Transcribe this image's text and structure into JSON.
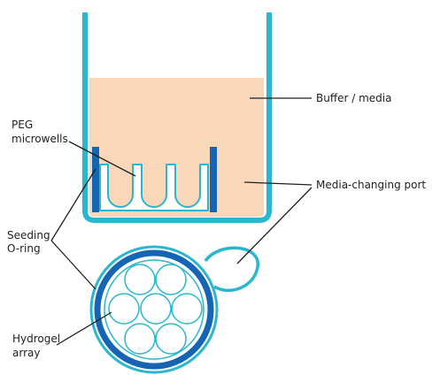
{
  "labels": {
    "buffer": "Buffer / media",
    "peg_line1": "PEG",
    "peg_line2": "microwells",
    "media_port": "Media-changing port",
    "seeding_line1": "Seeding",
    "seeding_line2": "O-ring",
    "hydrogel_line1": "Hydrogel",
    "hydrogel_line2": "array"
  },
  "colors": {
    "container": "#29b6cf",
    "oring": "#1565b4",
    "media": "#f8d8b8",
    "microwell_fill": "#ffffff",
    "leader_line": "#1f1f1f",
    "background": "#ffffff"
  },
  "icons": {
    "hydrogel_wells": "circle",
    "container": "rounded-cup"
  }
}
